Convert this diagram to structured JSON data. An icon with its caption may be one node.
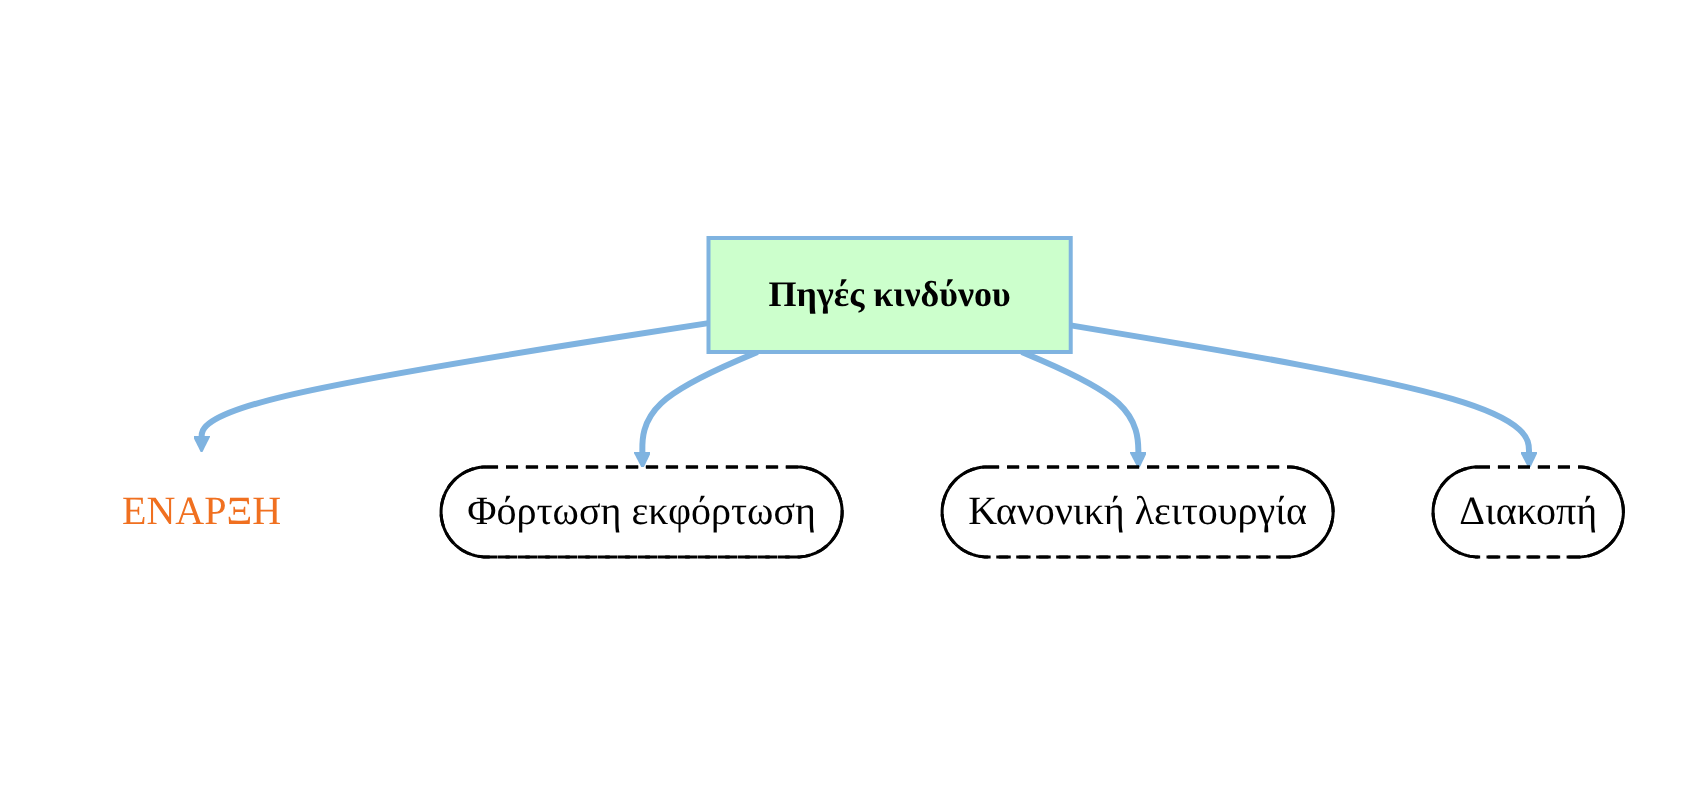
{
  "diagram": {
    "nodes": [
      {
        "text": [
          "ΕΝΑΡΞΗ"
        ]
      },
      {
        "text": [
          "Πηγές κινδύνου"
        ]
      },
      {
        "text": [
          "Φόρτωση εκφόρτωση"
        ]
      },
      {
        "text": [
          "Κανονική λειτουργία"
        ]
      },
      {
        "text": [
          "Διακοπή"
        ]
      }
    ],
    "edges": [
      {
        "from": 1,
        "to": 0,
        "arrow": "to"
      },
      {
        "from": 1,
        "to": 2,
        "arrow": "to"
      },
      {
        "from": 1,
        "to": 3,
        "arrow": "to"
      },
      {
        "from": 1,
        "to": 4,
        "arrow": "to"
      }
    ]
  }
}
